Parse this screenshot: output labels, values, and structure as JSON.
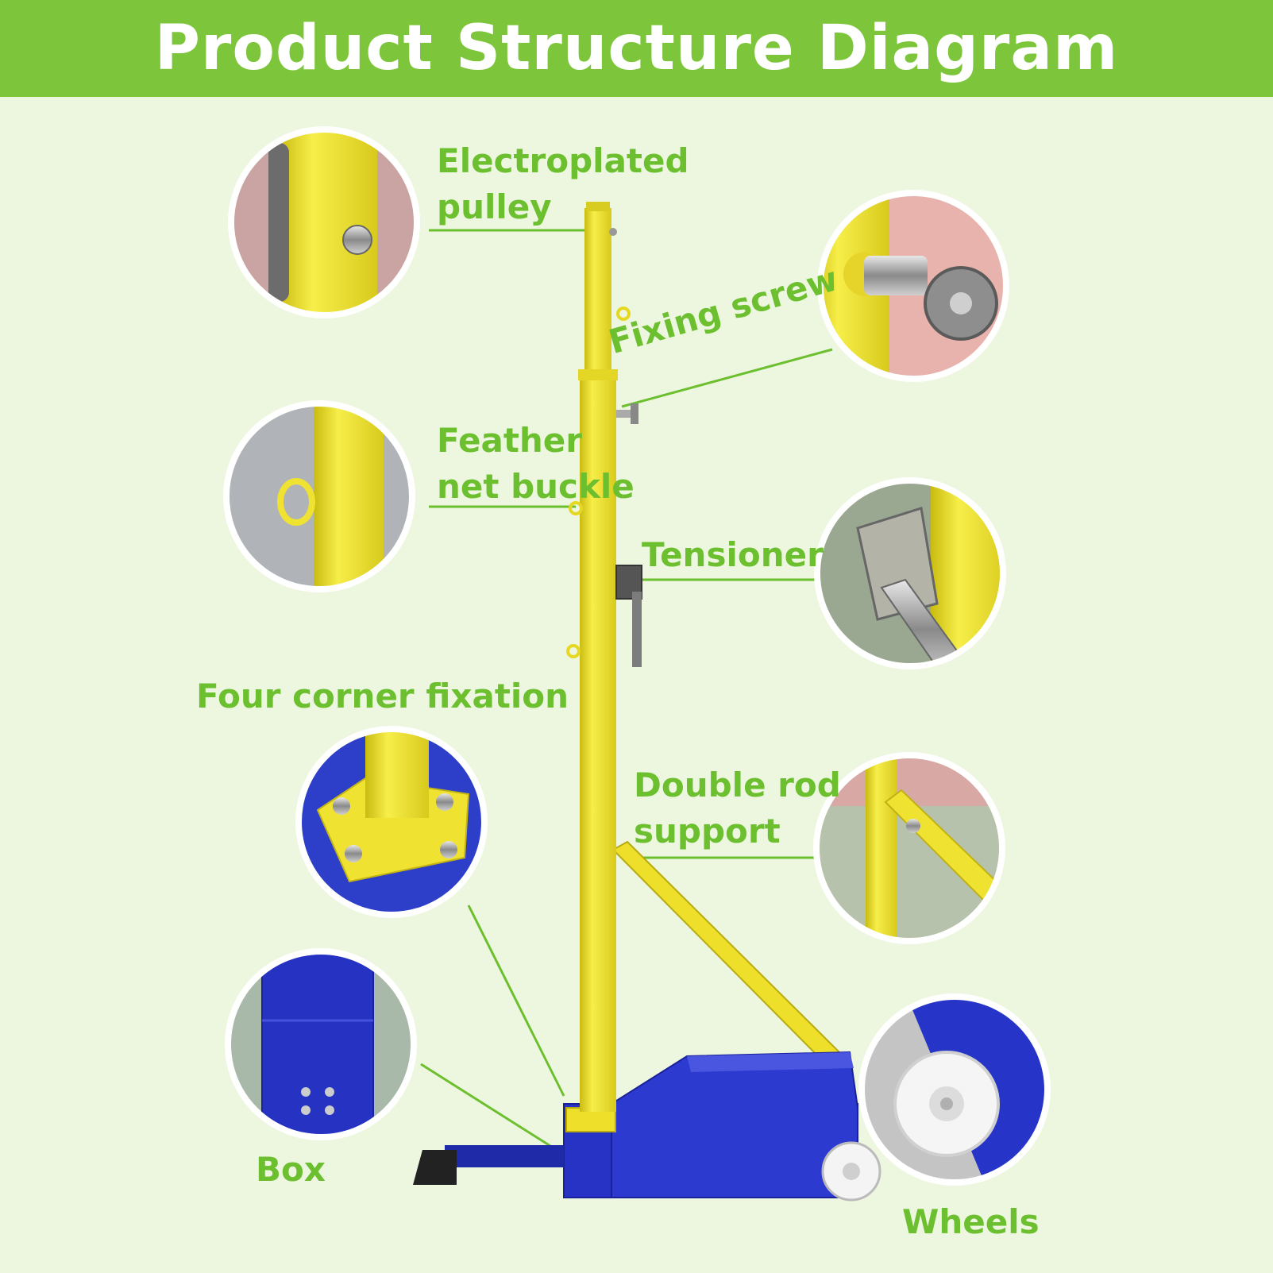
{
  "title": "Product Structure Diagram",
  "colors": {
    "header": "#7dc63b",
    "background": "#edf7df",
    "label": "#6cbf2e",
    "pole": "#f2e631",
    "base": "#2733c4"
  },
  "labels": {
    "pulley": [
      "Electroplated",
      "pulley"
    ],
    "fixing_screw": "Fixing screw",
    "feather_net_buckle": [
      "Feather",
      "net buckle"
    ],
    "tensioner": "Tensioner",
    "four_corner": "Four corner fixation",
    "double_rod": [
      "Double rod",
      "support"
    ],
    "box": "Box",
    "wheels": "Wheels"
  }
}
